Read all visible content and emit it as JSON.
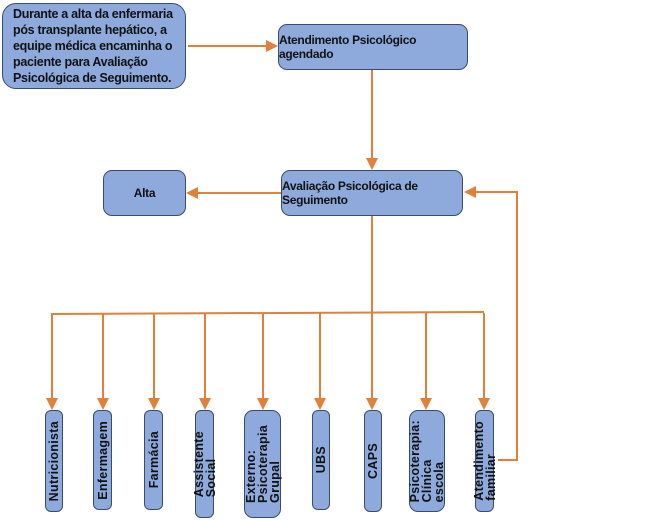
{
  "start_box": "Durante a alta da enfermaria pós transplante hepático, a equipe médica encaminha o paciente para Avaliação Psicológica de Seguimento.",
  "scheduled_box": "Atendimento Psicológico agendado",
  "evaluation_box": "Avaliação Psicológica de Seguimento",
  "discharge_box": "Alta",
  "referrals": [
    "Nutricionista",
    "Enfermagem",
    "Farmácia",
    "Assistente\nSocial",
    "Externo:\nPsicoterapia\nGrupal",
    "UBS",
    "CAPS",
    "Psicoterapia:\nClínica\nescola",
    "Atendimento\nfamiliar"
  ],
  "colors": {
    "box_fill": "#8eaadc",
    "connector": "#e0803a"
  }
}
